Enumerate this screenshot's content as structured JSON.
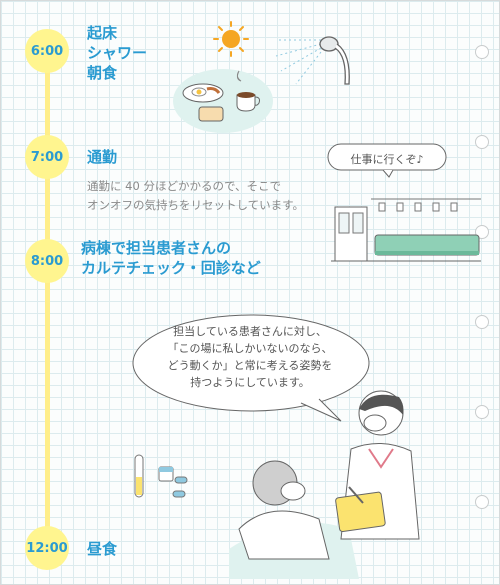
{
  "schedule": [
    {
      "time": "6:00",
      "title": "起床\nシャワー\n朝食",
      "desc": ""
    },
    {
      "time": "7:00",
      "title": "通勤",
      "desc": "通勤に 40 分ほどかかるので、そこで\nオンオフの気持ちをリセットしています。"
    },
    {
      "time": "8:00",
      "title": "病棟で担当患者さんの\nカルテチェック・回診など",
      "desc": ""
    },
    {
      "time": "12:00",
      "title": "昼食",
      "desc": ""
    }
  ],
  "bubbles": {
    "commute": "仕事に行くぞ♪",
    "nurse": "担当している患者さんに対し、\n「この場に私しかいないのなら、\nどう動くか」と常に考える姿勢を\n持つようにしています。"
  },
  "colors": {
    "accent": "#2a9bd1",
    "time_dot": "#fff58f",
    "timeline": "#ffee8a"
  },
  "icons": [
    "sun-icon",
    "shower-icon",
    "breakfast-icon",
    "train-icon",
    "nurse-icon",
    "medicine-icon"
  ]
}
